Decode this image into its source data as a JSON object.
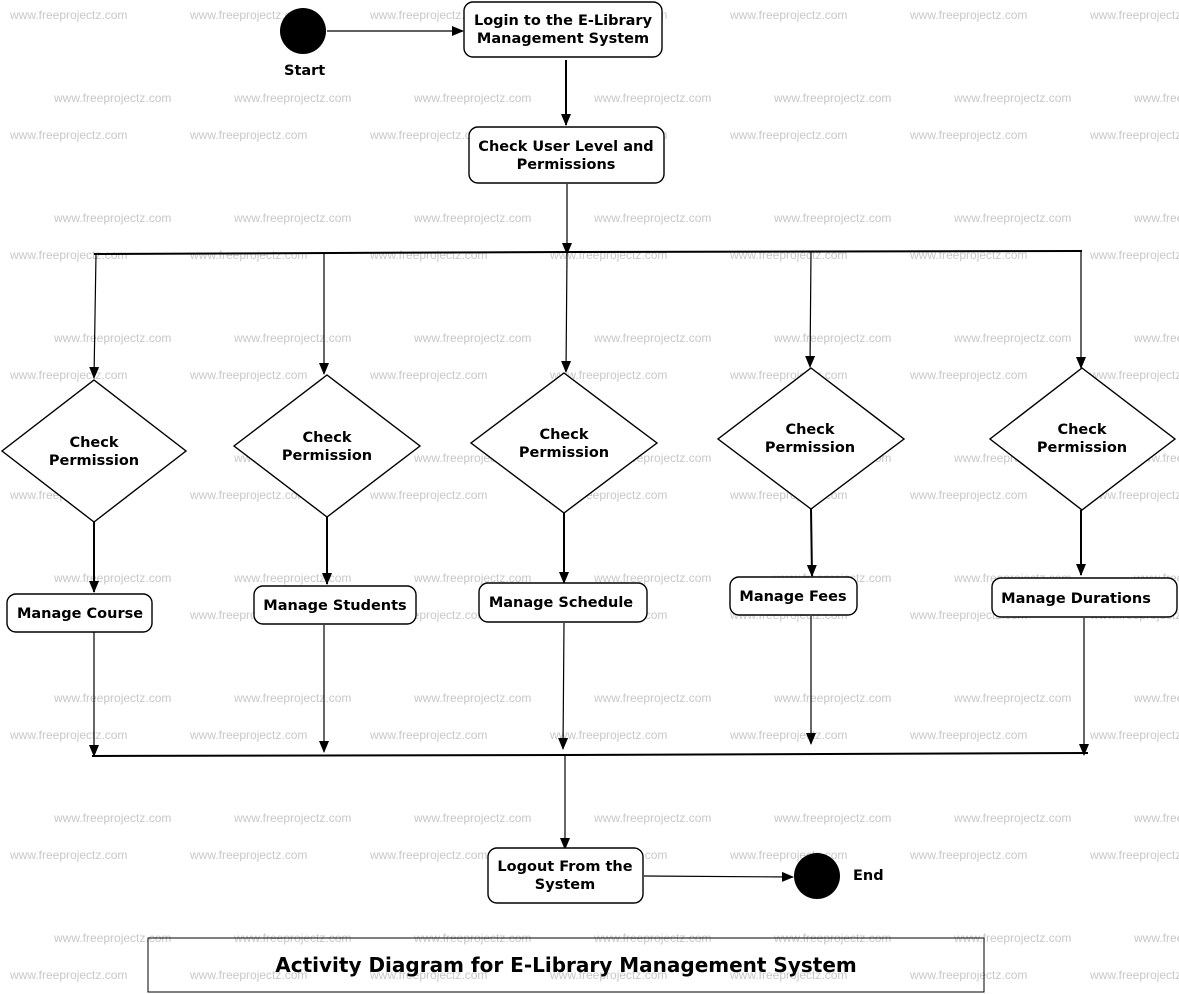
{
  "watermark": "www.freeprojectz.com",
  "start_label": "Start",
  "end_label": "End",
  "login": [
    "Login to the E-Library",
    "Management System"
  ],
  "check_user": [
    "Check User Level and",
    "Permissions"
  ],
  "decisions": [
    [
      "Check",
      "Permission"
    ],
    [
      "Check",
      "Permission"
    ],
    [
      "Check",
      "Permission"
    ],
    [
      "Check",
      "Permission"
    ],
    [
      "Check",
      "Permission"
    ]
  ],
  "actions": [
    "Manage Course",
    "Manage Students",
    "Manage Schedule",
    "Manage Fees",
    "Manage Durations"
  ],
  "logout": [
    "Logout From the",
    "System"
  ],
  "title": "Activity Diagram for E-Library Management System"
}
